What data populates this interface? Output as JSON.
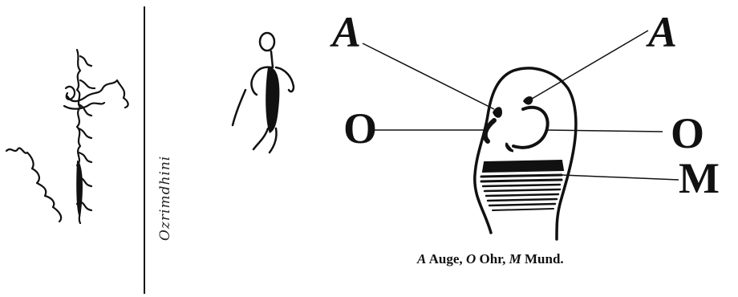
{
  "labels": {
    "eye_left": "A",
    "eye_right": "A",
    "ear_left": "O",
    "ear_right": "O",
    "mouth": "M"
  },
  "vertical_script": "Ozrimdhini",
  "caption": {
    "a_letter": "A",
    "a_word": "Auge,",
    "o_letter": "O",
    "o_word": "Ohr,",
    "m_letter": "M",
    "m_word": "Mund."
  }
}
